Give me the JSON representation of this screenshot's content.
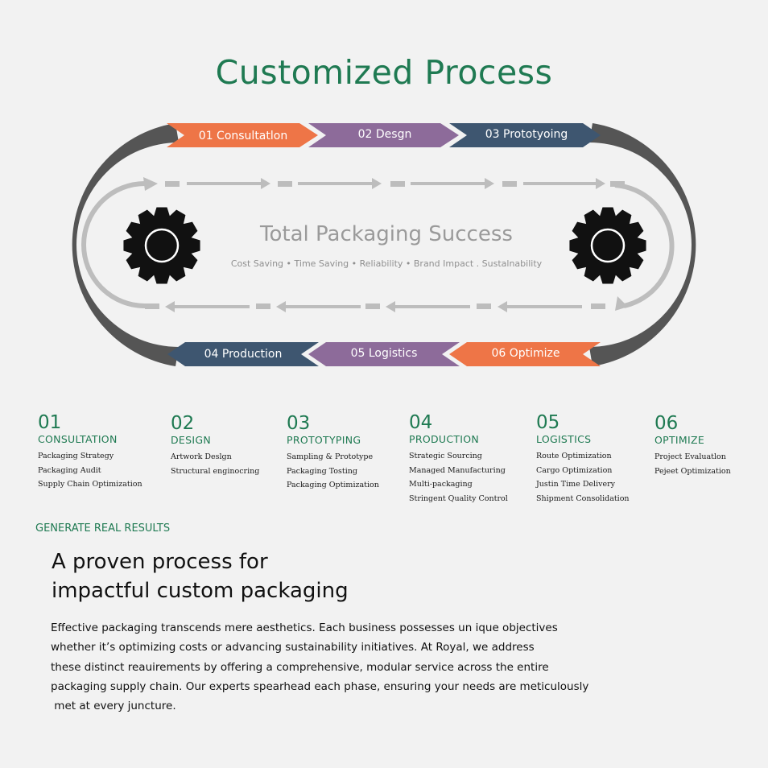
{
  "title": "Customized Process",
  "center": {
    "title": "Total Packaging Success",
    "subtitle": "Cost Saving  •  Time Saving  •  Reliability  •  Brand Impact . Sustalnability"
  },
  "arrows_top": [
    {
      "label": "01 Consultatlon",
      "color": "#ee7547"
    },
    {
      "label": "02 Desgn",
      "color": "#8d6b9a"
    },
    {
      "label": "03 Prototyoing",
      "color": "#3e5670"
    }
  ],
  "arrows_bottom": [
    {
      "label": "04 Production",
      "color": "#3e5670"
    },
    {
      "label": "05 Logistics",
      "color": "#8d6b9a"
    },
    {
      "label": "06 Optimize",
      "color": "#ee7547"
    }
  ],
  "colors": {
    "brand_green": "#1f7a52",
    "track": "#555555",
    "gear": "#111111",
    "dash": "#bdbdbd"
  },
  "steps": [
    {
      "num": "01",
      "name": "CONSULTATION",
      "items": [
        "Packaging Strategy",
        "Packaging Audit",
        "Supply Chain Optimization"
      ]
    },
    {
      "num": "02",
      "name": "DESIGN",
      "items": [
        "Artwork Deslgn",
        "Structural enginocring"
      ]
    },
    {
      "num": "03",
      "name": "PROTOTYPING",
      "items": [
        "Sampling & Prototype",
        "Packaging Tosting",
        "Packaging Optimization"
      ]
    },
    {
      "num": "04",
      "name": "PRODUCTION",
      "items": [
        "Strategic Sourcing",
        "Managed Manufacturing",
        "Multi-packaging",
        "Stringent Quality Control"
      ]
    },
    {
      "num": "05",
      "name": "LOGISTICS",
      "items": [
        "Route Optimization",
        "Cargo Optimization",
        "Justin Time Delivery",
        "Shipment Consolidation"
      ]
    },
    {
      "num": "06",
      "name": "OPTIMIZE",
      "items": [
        "Project Evaluatlon",
        "Pejeet Optimization"
      ]
    }
  ],
  "section": {
    "eyebrow": "GENERATE REAL RESULTS",
    "headline": [
      "A proven process for",
      "impactful custom packaging"
    ],
    "body": [
      "Effective packaging transcends mere aesthetics. Each business possesses un ique objectives",
      "whether it’s optimizing costs or advancing sustainability initiatives. At Royal, we address",
      "these distinct reauirements by offering a comprehensive, modular service across the entire",
      "packaging supply chain. Our experts spearhead each phase, ensuring your needs are meticulously",
      " met at every juncture."
    ]
  }
}
